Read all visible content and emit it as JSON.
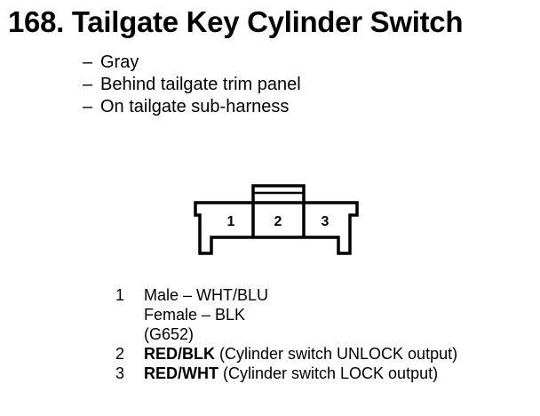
{
  "title": "168. Tailgate Key Cylinder Switch",
  "notes": [
    "Gray",
    "Behind tailgate trim panel",
    "On tailgate sub-harness"
  ],
  "note_dash": "–",
  "connector": {
    "pin_labels": [
      "1",
      "2",
      "3"
    ]
  },
  "pins": [
    {
      "num": "1",
      "lines": [
        "Male – WHT/BLU",
        "Female – BLK",
        "(G652)"
      ]
    },
    {
      "num": "2",
      "wire": "RED/BLK",
      "desc": " (Cylinder switch UNLOCK output)"
    },
    {
      "num": "3",
      "wire": "RED/WHT",
      "desc": " (Cylinder switch LOCK output)"
    }
  ]
}
